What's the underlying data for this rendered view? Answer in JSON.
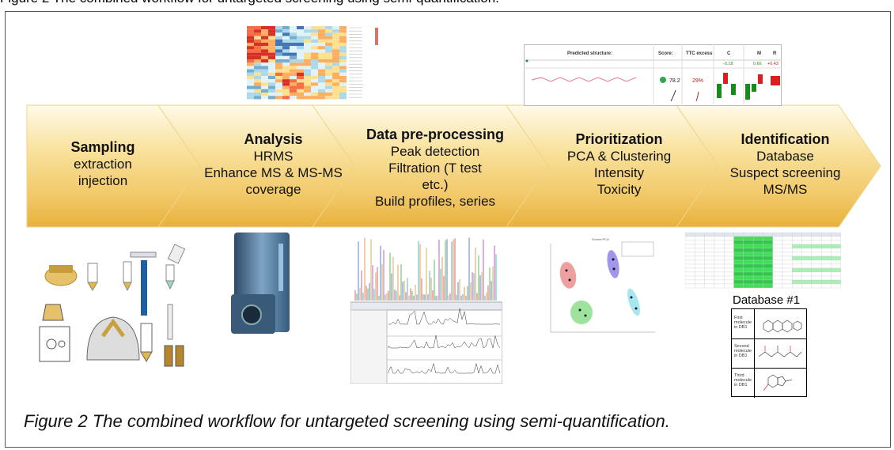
{
  "page": {
    "top_text": "Figure 2 The combined workflow for untargeted screening using semi-quantification."
  },
  "caption": "Figure 2 The combined workflow for untargeted screening using semi-quantification.",
  "colors": {
    "arrow_top": "#fff8e0",
    "arrow_mid": "#f7d87e",
    "arrow_bottom": "#e9b53a",
    "frame": "#555555"
  },
  "steps": [
    {
      "title": "Sampling",
      "lines": [
        "extraction",
        "injection"
      ]
    },
    {
      "title": "Analysis",
      "lines": [
        "HRMS",
        "Enhance MS & MS-MS",
        "coverage"
      ]
    },
    {
      "title": "Data pre-processing",
      "lines": [
        "Peak detection",
        "Filtration (T test",
        "etc.)",
        "Build profiles, series"
      ]
    },
    {
      "title": "Prioritization",
      "lines": [
        "PCA & Clustering",
        "Intensity",
        "Toxicity"
      ]
    },
    {
      "title": "Identification",
      "lines": [
        "Database",
        "Suspect screening",
        "MS/MS"
      ]
    }
  ],
  "score_table": {
    "headers": [
      "Predicted structure:",
      "Score:",
      "TTC excess",
      "C",
      "M",
      "R"
    ],
    "score": "78.2",
    "ttc": "29%",
    "c_val": "-0.18",
    "m_val": "0.66",
    "r_val": "+0.43"
  },
  "database": {
    "title": "Database #1",
    "rows": [
      {
        "label": "First molecule in DB1"
      },
      {
        "label": "Second molecule in DB1"
      },
      {
        "label": "Third molecule in DB1"
      }
    ]
  },
  "icons": [
    "sampling-illustration",
    "hrms-instrument",
    "chromatogram-screenshot",
    "pca-plot",
    "results-spreadsheet",
    "heatmap",
    "score-table"
  ]
}
